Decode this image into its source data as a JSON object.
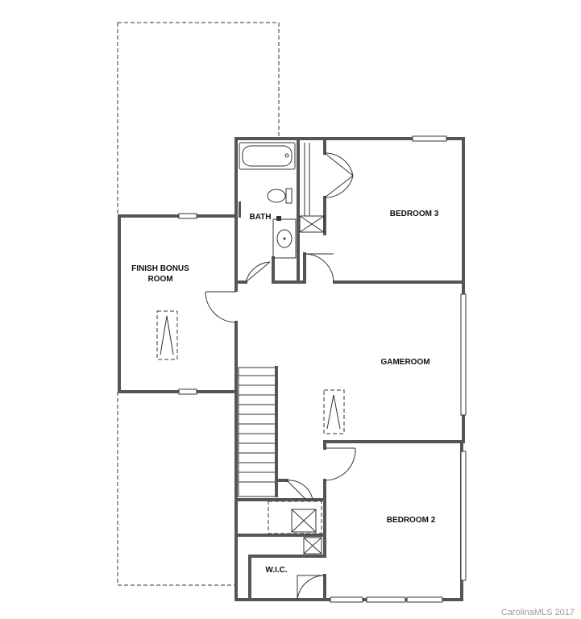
{
  "rooms": {
    "bath": "BATH",
    "bedroom3": "BEDROOM 3",
    "finish_bonus_line1": "FINISH BONUS",
    "finish_bonus_line2": "ROOM",
    "gameroom": "GAMEROOM",
    "bedroom2": "BEDROOM 2",
    "wic": "W.I.C."
  },
  "watermark": "CarolinaMLS 2017",
  "colors": {
    "wall": "#555555",
    "line": "#333333",
    "background": "#ffffff",
    "watermark": "#9a9a9a"
  }
}
